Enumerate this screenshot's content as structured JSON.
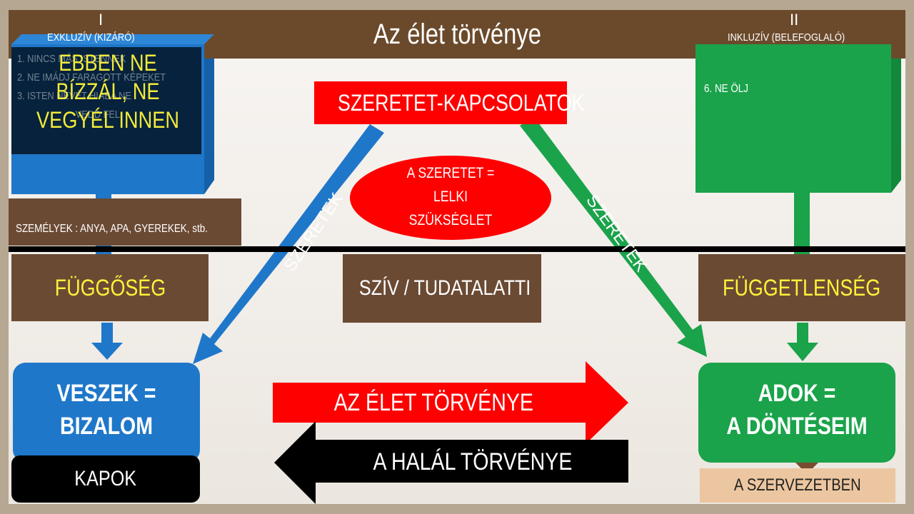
{
  "title": "Az élet törvénye",
  "left_column": {
    "roman": "I",
    "label": "EXKLUZÍV (KIZÁRÓ)",
    "commandments": [
      "1. NINCS MÁS ISTENNEK",
      "2. NE IMÁDJ FARAGOTT KÉPEKET",
      "3. ISTEN NEVÉT HIÁBA NE"
    ],
    "commandments_tail": "VEDD FEL",
    "overlay": [
      "EBBEN NE",
      "BÍZZÁL, NE",
      "VEGYÉL INNEN"
    ],
    "persons": "SZEMÉLYEK : ANYA, APA, GYEREKEK, stb.",
    "dependence": "FÜGGŐSÉG",
    "take_line1": "VESZEK =",
    "take_line2": "BIZALOM",
    "receive": "KAPOK"
  },
  "right_column": {
    "roman": "II",
    "label": "INKLUZÍV (BELEFOGLALÓ)",
    "commandment": "6. NE ÖLJ",
    "independence": "FÜGGETLENSÉG",
    "give_line1": "ADOK =",
    "give_line2": "A DÖNTÉSEIM",
    "organization": "A SZERVEZETBEN"
  },
  "center": {
    "relations": "SZERETET-KAPCSOLATOK",
    "ellipse_lines": [
      "A  SZERETET =",
      "LELKI",
      "SZÜKSÉGLET"
    ],
    "heart": "SZÍV / TUDATALATTI",
    "loved_left": "SZERETEK",
    "loved_right": "SZERETEK",
    "law_life": "AZ ÉLET TÖRVÉNYE",
    "law_death": "A HALÁL TÖRVÉNYE"
  },
  "colors": {
    "brown": "#6b4a34",
    "blue": "#1f77c9",
    "green": "#1aa34a",
    "red": "#ff0000",
    "yellow": "#fff23a"
  }
}
